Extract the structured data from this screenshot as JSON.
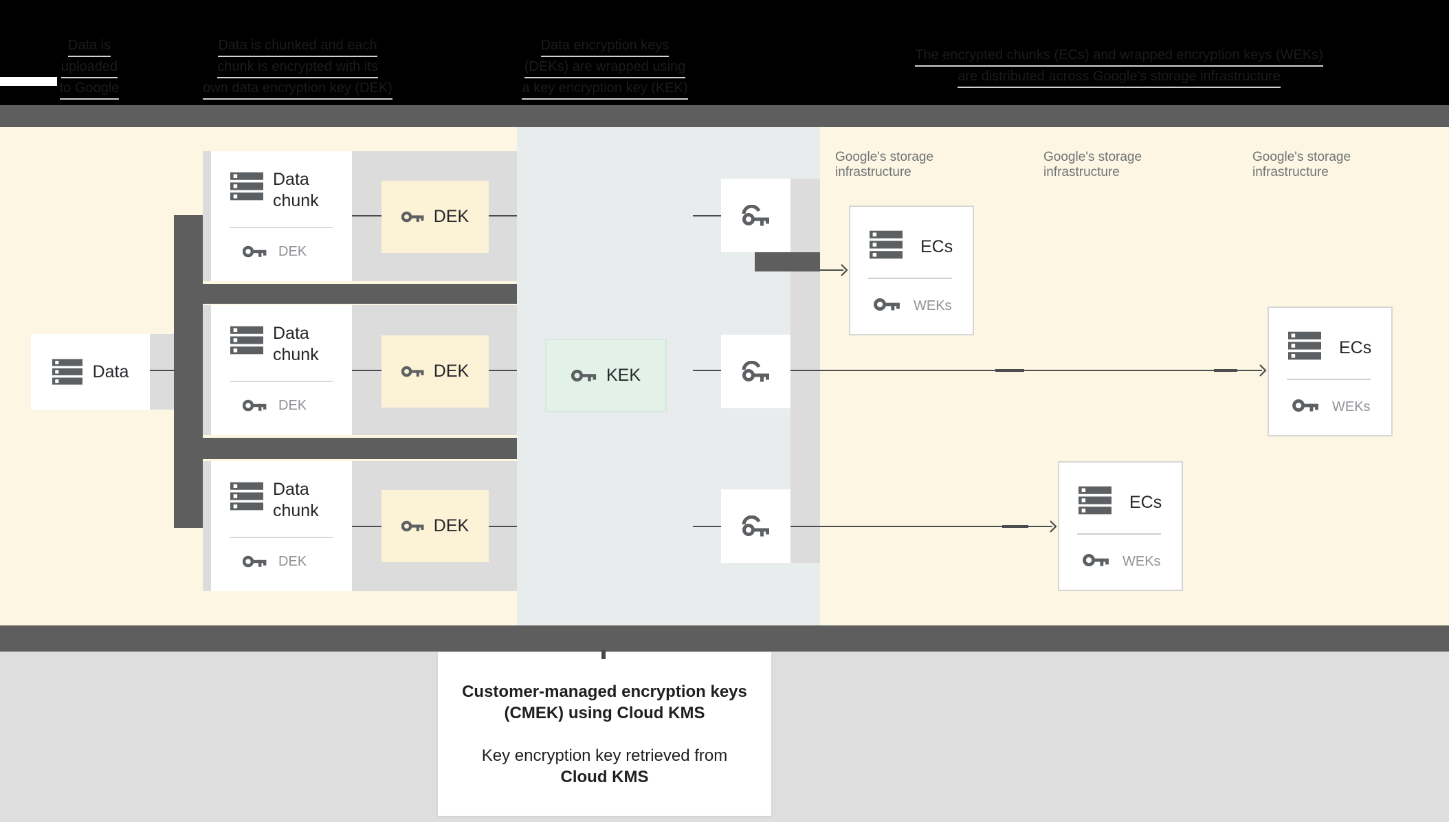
{
  "header": {
    "columns": [
      {
        "lines": [
          "Data is",
          "uploaded",
          "to Google"
        ]
      },
      {
        "lines": [
          "Data is chunked and each",
          "chunk is encrypted with its",
          "own data encryption key (DEK)"
        ]
      },
      {
        "lines": [
          "Data encryption keys",
          "(DEKs) are wrapped using",
          "a key encryption key (KEK)"
        ]
      },
      {
        "lines": [
          "The encrypted chunks (ECs) and wrapped encryption keys (WEKs)",
          "are distributed across Google's storage infrastructure"
        ]
      }
    ]
  },
  "diagram": {
    "data_box": {
      "label": "Data"
    },
    "chunk_rows": [
      {
        "line1": "Data",
        "line2": "chunk",
        "key_small": "DEK",
        "dek": "DEK"
      },
      {
        "line1": "Data",
        "line2": "chunk",
        "key_small": "DEK",
        "dek": "DEK"
      },
      {
        "line1": "Data",
        "line2": "chunk",
        "key_small": "DEK",
        "dek": "DEK"
      }
    ],
    "kek_box": {
      "label": "KEK"
    },
    "storage_labels": [
      {
        "line1": "Google's storage",
        "line2": "infrastructure"
      },
      {
        "line1": "Google's storage",
        "line2": "infrastructure"
      },
      {
        "line1": "Google's storage",
        "line2": "infrastructure"
      }
    ],
    "ec_boxes": [
      {
        "label": "ECs",
        "key_label": "WEKs"
      },
      {
        "label": "ECs",
        "key_label": "WEKs"
      },
      {
        "label": "ECs",
        "key_label": "WEKs"
      }
    ]
  },
  "caption": {
    "title_line1": "Customer-managed encryption keys",
    "title_line2": "(CMEK) using Cloud KMS",
    "body_line1": "Key encryption key retrieved from",
    "body_line2_bold": "Cloud KMS"
  },
  "colors": {
    "cream": "#fdf6e2",
    "panel_blue_gray": "#e8eced",
    "band_gray": "#dcdcdc",
    "dark_bar": "#5e5e5e",
    "dek_yellow": "#fcf2d5",
    "kek_mint": "#e3f2e9",
    "footer_gray": "#dedede",
    "icon_gray": "#5d6063",
    "muted_label": "#8f9296",
    "storage_label_gray": "#6f7377"
  }
}
